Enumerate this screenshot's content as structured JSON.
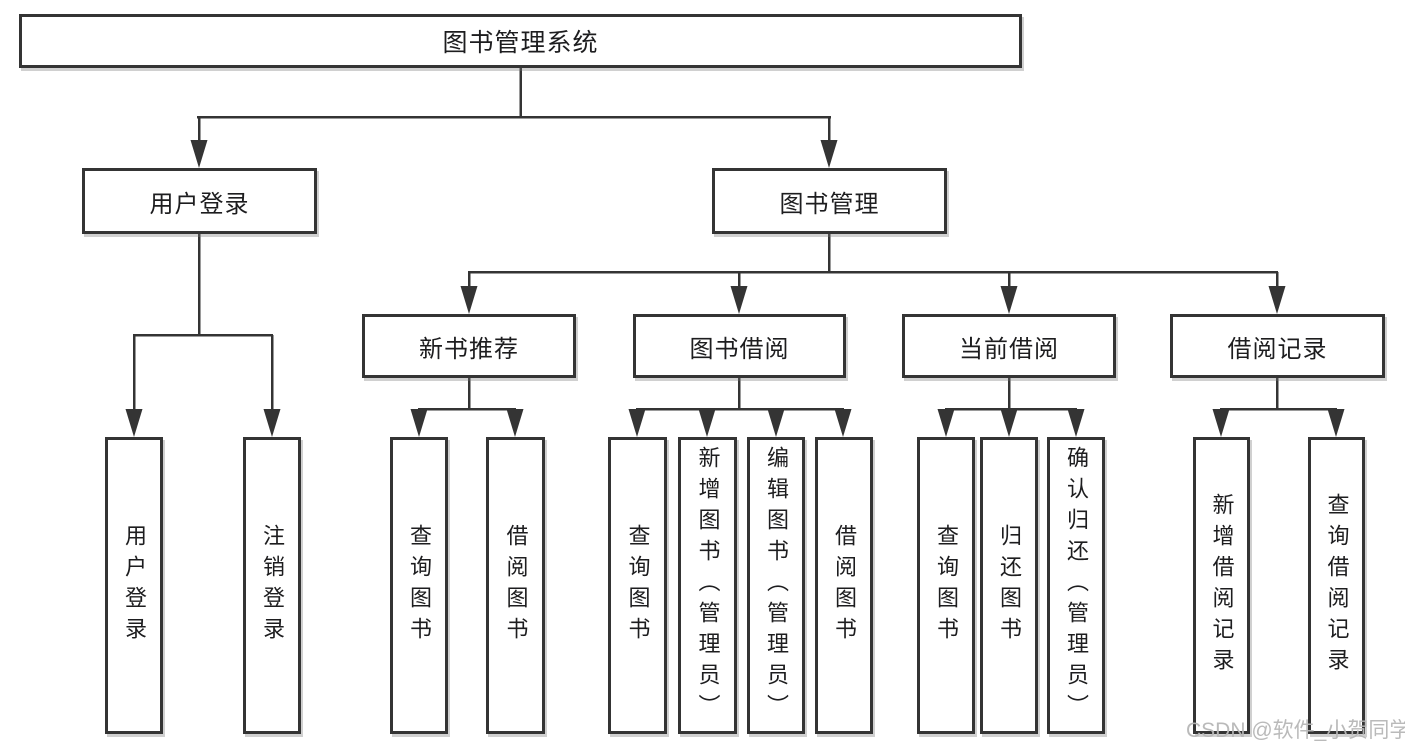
{
  "diagram": {
    "title": "图书管理系统",
    "user_login": {
      "label": "用户登录",
      "children": {
        "login": "用户登录",
        "logout": "注销登录"
      }
    },
    "book_mgmt": {
      "label": "图书管理",
      "new_books": {
        "label": "新书推荐",
        "children": {
          "query": "查询图书",
          "borrow": "借阅图书"
        }
      },
      "borrowing": {
        "label": "图书借阅",
        "children": {
          "query": "查询图书",
          "add": "新增图书（管理员）",
          "edit": "编辑图书（管理员）",
          "borrow": "借阅图书"
        }
      },
      "current": {
        "label": "当前借阅",
        "children": {
          "query": "查询图书",
          "return": "归还图书",
          "confirm": "确认归还（管理员）"
        }
      },
      "records": {
        "label": "借阅记录",
        "children": {
          "add": "新增借阅记录",
          "query": "查询借阅记录"
        }
      }
    }
  },
  "watermark": "CSDN @软件_小贺同学",
  "colors": {
    "line": "#343434",
    "text": "#1d1d1f",
    "watermark": "#b7b7b7",
    "background": "#ffffff"
  }
}
